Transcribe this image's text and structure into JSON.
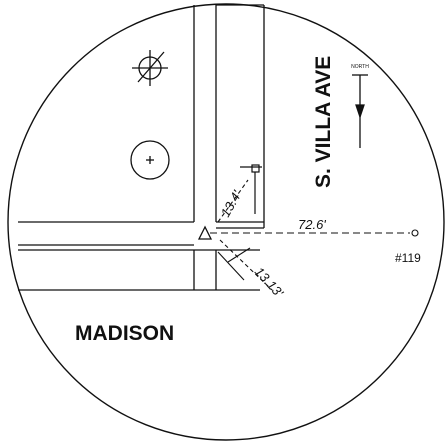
{
  "map": {
    "street_villa": "S. VILLA AVE",
    "street_madison": "MADISON",
    "dim_main": "72.6'",
    "dim_a": "13.4'",
    "dim_b": "13.13'",
    "lot": "#119",
    "north_label": "NORTH"
  }
}
